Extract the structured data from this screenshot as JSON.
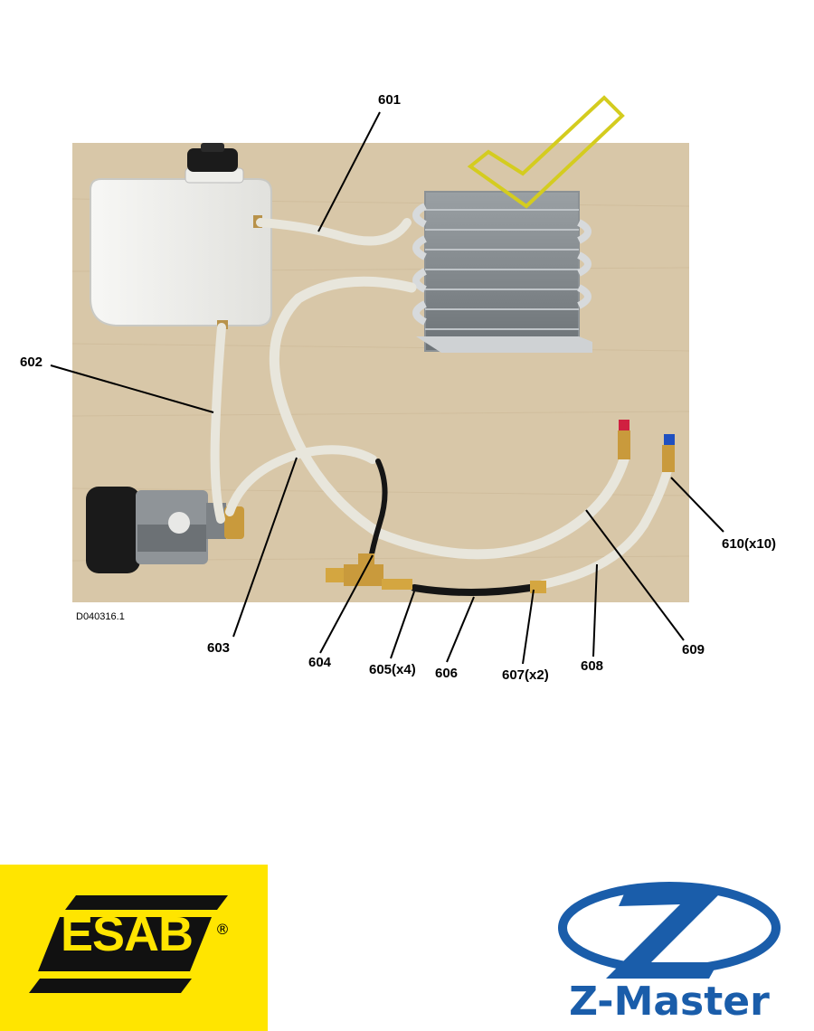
{
  "figure_code": "D040316.1",
  "callouts": [
    {
      "id": "601",
      "label": "601"
    },
    {
      "id": "602",
      "label": "602"
    },
    {
      "id": "603",
      "label": "603"
    },
    {
      "id": "604",
      "label": "604"
    },
    {
      "id": "605",
      "label": "605(x4)"
    },
    {
      "id": "606",
      "label": "606"
    },
    {
      "id": "607",
      "label": "607(x2)"
    },
    {
      "id": "608",
      "label": "608"
    },
    {
      "id": "609",
      "label": "609"
    },
    {
      "id": "610",
      "label": "610(x10)"
    }
  ],
  "logos": {
    "esab": {
      "text": "ESAB",
      "registered": "®",
      "color": "#FFE500"
    },
    "zmaster": {
      "text": "Z-Master",
      "color": "#1A5DAA"
    }
  },
  "colors": {
    "cardboard": "#D8C7A8",
    "checkmark": "#D4CC1F",
    "hose": "#E8E6DC",
    "black_hose": "#151515"
  }
}
